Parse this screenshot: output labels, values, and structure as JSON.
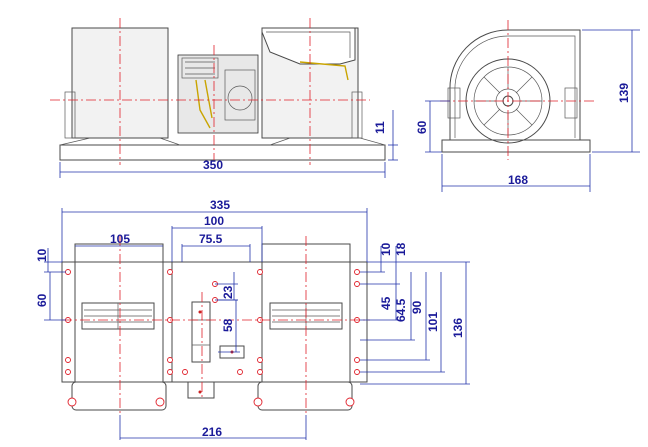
{
  "drawing": {
    "front_view": {
      "dims": {
        "width_total": "350",
        "base_height": "11"
      }
    },
    "side_view": {
      "dims": {
        "height": "139",
        "mount_height": "60",
        "width": "168"
      }
    },
    "top_view": {
      "dims": {
        "overall": "335",
        "outlet_width": "105",
        "inner_span": "100",
        "hole_span": "75.5",
        "left_edge": "10",
        "left_height": "60",
        "center_offset": "23",
        "center_height": "58",
        "right_edge": "10",
        "right_edge2": "18",
        "r45": "45",
        "r64": "64.5",
        "r90": "90",
        "r101": "101",
        "r136": "136",
        "pitch": "216"
      }
    }
  }
}
